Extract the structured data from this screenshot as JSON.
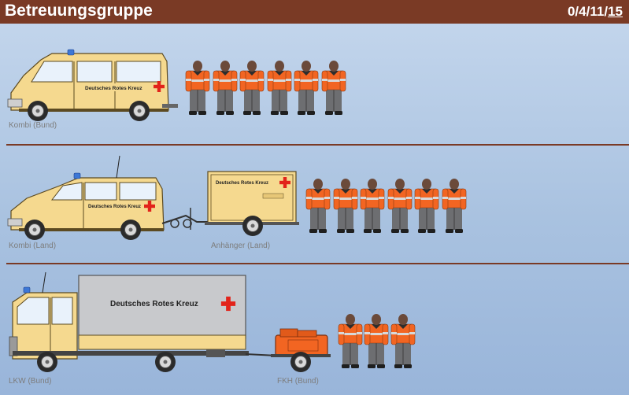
{
  "header": {
    "title": "Betreuungsgruppe",
    "strength": {
      "leaders": "0",
      "subleaders": "4",
      "helpers": "11",
      "total": "15"
    },
    "separator": "/"
  },
  "rows": [
    {
      "vehicles": [
        {
          "label": "Kombi (Bund)",
          "lettering": "Deutsches Rotes Kreuz"
        }
      ],
      "personnel": 6
    },
    {
      "vehicles": [
        {
          "label": "Kombi (Land)",
          "lettering": "Deutsches Rotes Kreuz"
        },
        {
          "label": "Anhänger (Land)",
          "lettering": "Deutsches Rotes Kreuz"
        }
      ],
      "personnel": 6
    },
    {
      "vehicles": [
        {
          "label": "LKW (Bund)",
          "lettering": "Deutsches Rotes Kreuz"
        },
        {
          "label": "FKH (Bund)"
        }
      ],
      "personnel": 3
    }
  ],
  "colors": {
    "header": "#7a3a25",
    "vehicle_body": "#f5d98f",
    "cross": "#e2231a",
    "jacket": "#f26522",
    "trousers": "#6d6e71",
    "box_body": "#c8c9cc"
  }
}
